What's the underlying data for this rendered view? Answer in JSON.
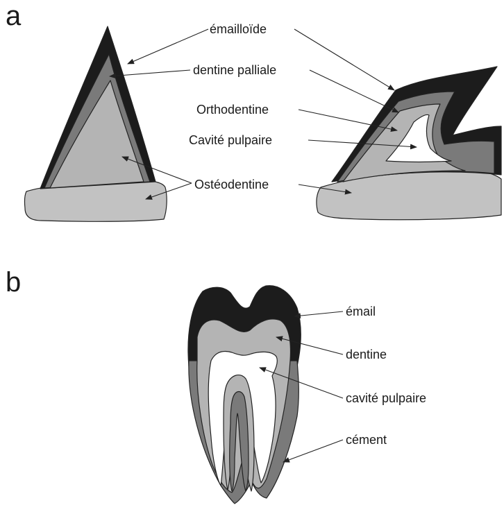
{
  "panels": {
    "a": "a",
    "b": "b"
  },
  "labels_a": {
    "emailloide": "émailloïde",
    "dentine_palliale": "dentine palliale",
    "orthodentine": "Orthodentine",
    "cavite_pulpaire": "Cavité pulpaire",
    "osteodentine": "Ostéodentine"
  },
  "labels_b": {
    "email": "émail",
    "dentine": "dentine",
    "cavite_pulpaire": "cavité pulpaire",
    "cement": "cément"
  },
  "colors": {
    "enamel": "#1c1c1c",
    "mantle_dentine": "#7a7a7a",
    "dentine": "#b4b4b4",
    "pulp": "#ffffff",
    "osteodentine": "#c2c2c2"
  }
}
